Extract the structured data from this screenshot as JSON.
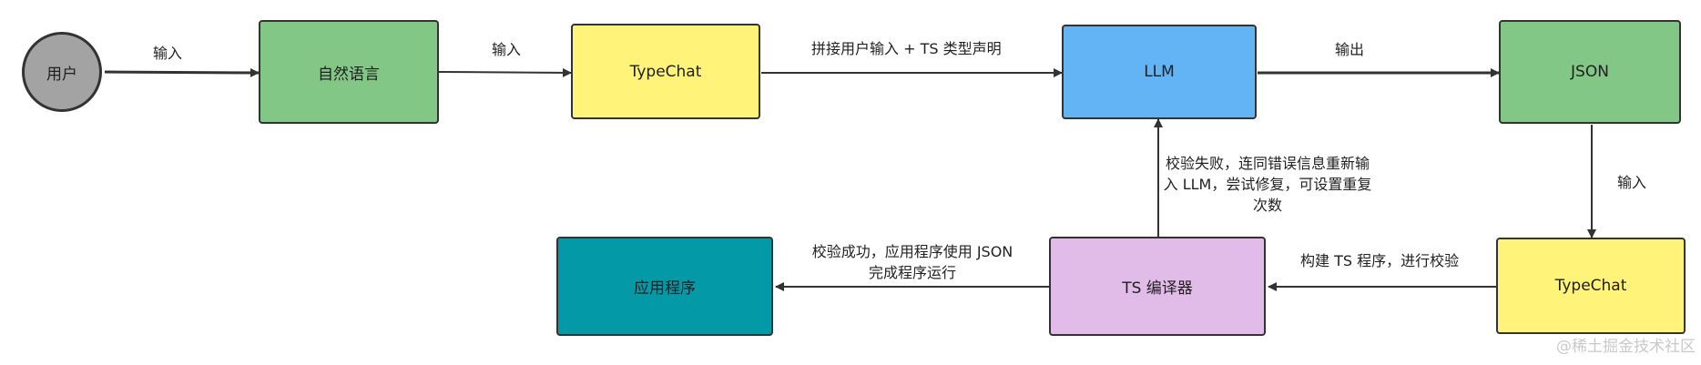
{
  "diagram": {
    "nodes": {
      "user": {
        "label": "用户",
        "color": "#a3a3a3"
      },
      "natural_language": {
        "label": "自然语言",
        "color": "#82c785"
      },
      "typechat_input": {
        "label": "TypeChat",
        "color": "#fff37a"
      },
      "llm": {
        "label": "LLM",
        "color": "#62b4f5"
      },
      "json": {
        "label": "JSON",
        "color": "#82c785"
      },
      "typechat_validate": {
        "label": "TypeChat",
        "color": "#fff37a"
      },
      "ts_compiler": {
        "label": "TS 编译器",
        "color": "#e2bce8"
      },
      "application": {
        "label": "应用程序",
        "color": "#0499a7"
      }
    },
    "edges": {
      "user_to_nl": "输入",
      "nl_to_typechat": "输入",
      "typechat_to_llm": "拼接用户输入 + TS 类型声明",
      "llm_to_json": "输出",
      "json_to_typechat": "输入",
      "typechat_to_compiler": "构建 TS 程序，进行校验",
      "compiler_to_llm": "校验失败，连同错误信息重新输入 LLM，尝试修复，可设置重复次数",
      "compiler_to_app": "校验成功，应用程序使用 JSON 完成程序运行"
    },
    "stroke_color": "#333333"
  },
  "watermark": "@稀土掘金技术社区"
}
